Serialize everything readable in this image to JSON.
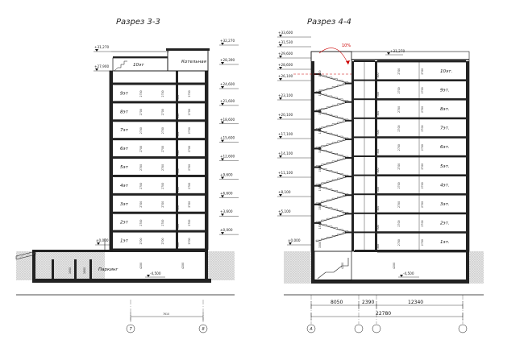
{
  "section_a": {
    "title": "Разрез 3-3",
    "floors": [
      "1эт",
      "2эт",
      "3эт",
      "4эт",
      "5эт",
      "6эт",
      "7эт",
      "8эт",
      "9эт",
      "10эт"
    ],
    "left_levels": [
      "+31,270",
      "+27,900"
    ],
    "right_levels": [
      "+32,270",
      "+28,390",
      "+24,600",
      "+21,600",
      "+18,600",
      "+15,600",
      "+12,600",
      "+9,600",
      "+6,600",
      "+3,600",
      "±0,000"
    ],
    "entry_level": "±0,000",
    "basement_level": "-4,500",
    "boiler_room": "Котельная",
    "parking": "Паркинг",
    "axes": [
      "7",
      "8"
    ],
    "span_label": "7610",
    "floor_height_label": "2700",
    "slab_label": "300",
    "basement_height_label": "4200",
    "pit_label": "1800"
  },
  "section_b": {
    "title": "Разрез 4-4",
    "floors": [
      "1эт.",
      "2эт.",
      "3эт.",
      "4эт.",
      "5эт.",
      "6эт.",
      "7эт.",
      "8эт.",
      "9эт.",
      "10эт."
    ],
    "left_levels": [
      "+33,600",
      "+31,530",
      "+29,600",
      "+28,600",
      "+26,100",
      "+23,100",
      "+20,100",
      "+17,100",
      "+14,100",
      "+11,100",
      "+8,100",
      "+5,100",
      "±0,000"
    ],
    "top_level": "+31,270",
    "basement_level": "-4,500",
    "roof_slope": "10%",
    "dims_bottom": [
      "8050",
      "2390",
      "12340"
    ],
    "dim_total": "22780",
    "axis_left": "А",
    "floor_height_label": "2700",
    "slab_label": "300",
    "stair_height_label": "1500",
    "basement_height_label": "4200"
  },
  "colors": {
    "line": "#111111",
    "hatch": "#555555",
    "ground": "#c9c9c9"
  }
}
